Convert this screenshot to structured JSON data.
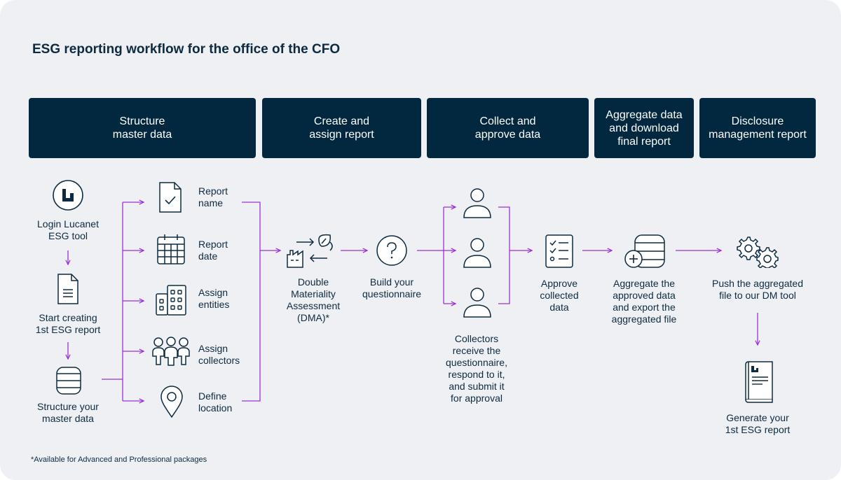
{
  "title": "ESG reporting workflow for the office of the CFO",
  "stages": [
    "Structure\nmaster data",
    "Create and\nassign report",
    "Collect and\napprove data",
    "Aggregate data\nand download\nfinal report",
    "Disclosure\nmanagement report"
  ],
  "steps": {
    "login": "Login Lucanet\nESG tool",
    "start_report": "Start creating\n1st ESG report",
    "structure_master": "Structure your\nmaster data",
    "report_name": "Report\nname",
    "report_date": "Report\ndate",
    "assign_entities": "Assign\nentities",
    "assign_collectors": "Assign\ncollectors",
    "define_location": "Define\nlocation",
    "dma": "Double\nMateriality\nAssessment\n(DMA)*",
    "build_questionnaire": "Build your\nquestionnaire",
    "collectors": "Collectors\nreceive the\nquestionnaire,\nrespond to it,\nand submit it\nfor approval",
    "approve": "Approve\ncollected\ndata",
    "aggregate": "Aggregate the\napproved data\nand export the\naggregated file",
    "push": "Push the aggregated\nfile to our DM tool",
    "generate": "Generate your\n1st ESG report"
  },
  "footnote": "*Available for Advanced and Professional packages",
  "colors": {
    "arrow": "#9b30d9",
    "dark": "#02283f",
    "background": "#eef0f3",
    "icon_stroke": "#0d2a40"
  },
  "icons": [
    "lucanet-logo-icon",
    "document-icon",
    "database-icon",
    "document-check-icon",
    "calendar-icon",
    "entities-grid-icon",
    "team-icon",
    "location-pin-icon",
    "factory-leaf-icon",
    "question-icon",
    "user-icon",
    "checklist-icon",
    "database-plus-icon",
    "gears-icon",
    "report-book-icon"
  ]
}
